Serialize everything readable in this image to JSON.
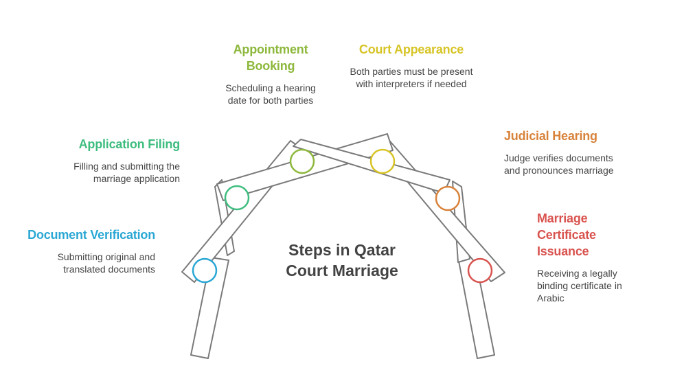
{
  "title": "Steps in Qatar Court Marriage",
  "steps": [
    {
      "title": "Document Verification",
      "description": "Submitting original and translated documents",
      "color": "#2aa7d4"
    },
    {
      "title": "Application Filing",
      "description": "Filling and submitting the marriage application",
      "color": "#3ebd7f"
    },
    {
      "title": "Appointment Booking",
      "description": "Scheduling a hearing date for both parties",
      "color": "#8db83c"
    },
    {
      "title": "Court Appearance",
      "description": "Both parties must be present with interpreters if needed",
      "color": "#d7c426"
    },
    {
      "title": "Judicial Hearing",
      "description": "Judge verifies documents and pronounces marriage",
      "color": "#d8823a"
    },
    {
      "title": "Marriage Certificate Issuance",
      "description": "Receiving a legally binding certificate in Arabic",
      "color": "#d9534f"
    }
  ]
}
